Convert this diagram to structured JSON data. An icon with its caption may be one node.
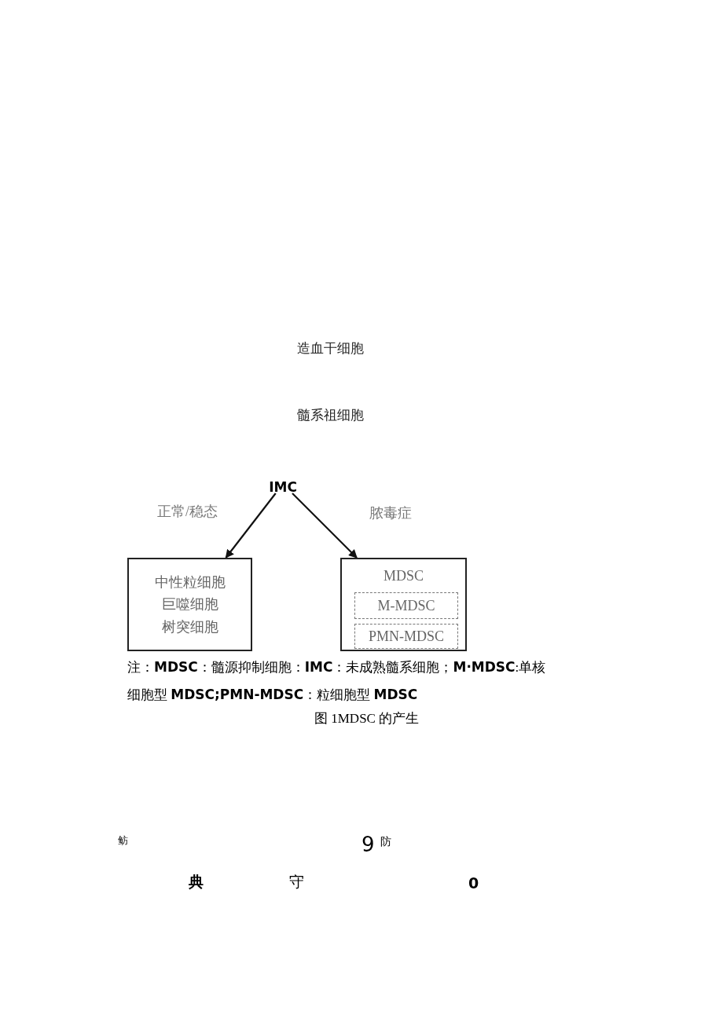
{
  "diagram": {
    "caption": "图 1MDSC 的产生",
    "nodes": [
      {
        "text": [
          "造血干细胞"
        ]
      },
      {
        "text": [
          "髓系祖细胞"
        ]
      },
      {
        "text": [
          "IMC"
        ]
      },
      {
        "text": [
          "中性粒细胞",
          "巨噬细胞",
          "树突细胞"
        ]
      },
      {
        "text": [
          "MDSC"
        ]
      },
      {
        "text": [
          "M-MDSC"
        ],
        "in": 4
      },
      {
        "text": [
          "PMN-MDSC"
        ],
        "in": 4
      }
    ],
    "edges": [
      {
        "from": 2,
        "to": 3,
        "arrow": "to",
        "label": "正常/稳态"
      },
      {
        "from": 2,
        "to": 4,
        "arrow": "to",
        "label": "脓毒症"
      }
    ],
    "labels": [
      "注：**MDSC**：髓源抑制细胞：**IMC**：未成熟髓系细胞；**M·MDSC**:单核细胞型 **MDSC;PMN-MDSC**：粒细胞型 **MDSC**",
      "鲂",
      "9",
      "防",
      "典",
      "守",
      "0"
    ]
  }
}
